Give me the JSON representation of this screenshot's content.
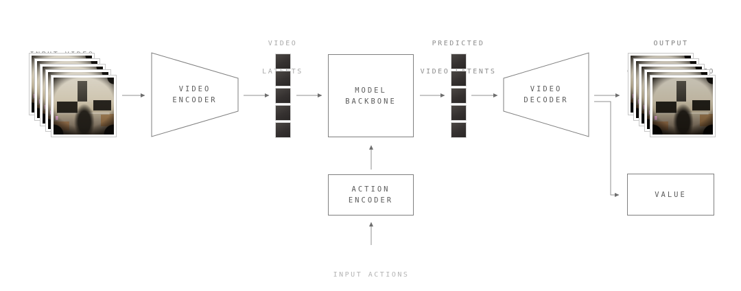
{
  "labels": {
    "input_video": {
      "line1": "INPUT VIDEO"
    },
    "video_latents": {
      "line1": "VIDEO",
      "line2": "LATENTS"
    },
    "predicted_latents": {
      "line1": "PREDICTED",
      "line2": "VIDEO LATENTS"
    },
    "output_video": {
      "line1": "OUTPUT",
      "line2": "GENERATED VIDEO"
    },
    "input_actions": {
      "line1": "INPUT ACTIONS"
    }
  },
  "nodes": {
    "video_encoder": {
      "line1": "VIDEO",
      "line2": "ENCODER"
    },
    "model_backbone": {
      "line1": "MODEL",
      "line2": "BACKBONE"
    },
    "action_encoder": {
      "line1": "ACTION",
      "line2": "ENCODER"
    },
    "video_decoder": {
      "line1": "VIDEO",
      "line2": "DECODER"
    },
    "value": {
      "line1": "VALUE"
    }
  },
  "latents": {
    "count": 5
  },
  "frames": {
    "count": 5,
    "offset_step": 8
  },
  "colors": {
    "background": "#ffffff",
    "line": "#8f8f8f",
    "arrowhead": "#6e6e6e",
    "box_border": "#7e7e7e",
    "node_text": "#5a5a5a",
    "label_gray": "#8c8c8c",
    "label_light": "#a9a9a9",
    "label_lighter": "#b4b4b4",
    "label_dark": "#7d7d7d",
    "latent_square": "#353130"
  }
}
